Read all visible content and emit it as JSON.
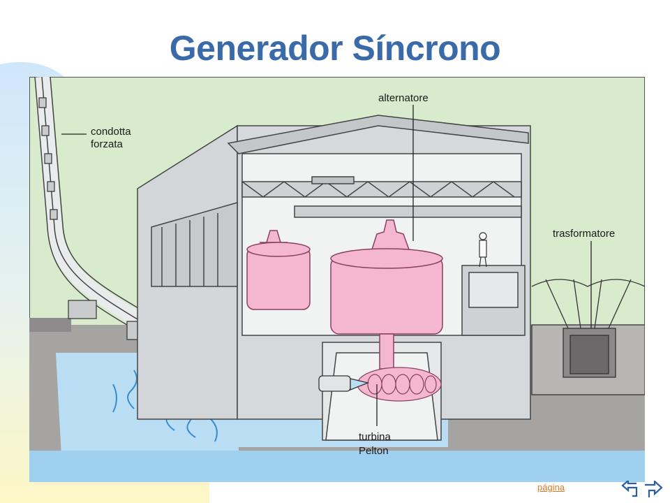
{
  "title": "Generador Síncrono",
  "labels": {
    "condotta_line1": "condotta",
    "condotta_line2": "forzata",
    "alternatore": "alternatore",
    "trasformatore": "trasformatore",
    "turbina_line1": "turbina",
    "turbina_line2": "Pelton"
  },
  "footer": {
    "page_link": "página"
  },
  "colors": {
    "title": "#3a6aa8",
    "accent_blue": "#cfe7fb",
    "accent_yellow": "#fdf7c6",
    "link": "#e07828",
    "nav": "#2a5ea8",
    "sky": "#d8ebcd",
    "building": "#d3d6d9",
    "interior": "#f1f2f2",
    "machine_pink": "#f5b6d0",
    "water": "#b9def4",
    "ground": "#a6a4a3"
  },
  "icons": [
    "return-arrow-icon",
    "forward-arrow-icon"
  ]
}
